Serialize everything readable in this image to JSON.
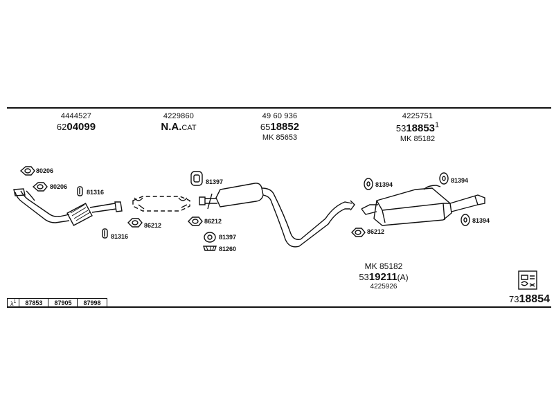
{
  "headers": [
    {
      "top": "4444527",
      "prefix": "62",
      "main": "04099",
      "suffix": "",
      "sub": ""
    },
    {
      "top": "4229860",
      "prefix": "",
      "main": "N.A.",
      "suffix": "CAT",
      "sub": ""
    },
    {
      "top": "49 60 936",
      "prefix": "65",
      "main": "18852",
      "suffix": "",
      "sub": "MK 85653"
    },
    {
      "top": "4225751",
      "prefix": "53",
      "main": "18853",
      "suffix": "1",
      "sub": "MK 85182"
    }
  ],
  "parts": {
    "p80206a": "80206",
    "p80206b": "80206",
    "p81316a": "81316",
    "p81316b": "81316",
    "p86212a": "86212",
    "p81397a": "81397",
    "p86212b": "86212",
    "p81397b": "81397",
    "p81260": "81260",
    "p81394a": "81394",
    "p81394b": "81394",
    "p81394c": "81394",
    "p86212c": "86212"
  },
  "bottom_center": {
    "a": "MK 85182",
    "prefix": "53",
    "main": "19211",
    "suffix": "(A)",
    "c": "4225926"
  },
  "reference": {
    "prefix": "73",
    "main": "18854"
  },
  "legend": {
    "lambda": "λ",
    "lambda_sup": "1",
    "cells": [
      "87853",
      "87905",
      "87998"
    ]
  },
  "icons": [
    "gasket-icon",
    "clamp-icon",
    "hanger-icon",
    "pipe-icon",
    "catalyst-icon",
    "muffler-icon",
    "rear-silencer-icon",
    "assembly-kit-icon"
  ]
}
